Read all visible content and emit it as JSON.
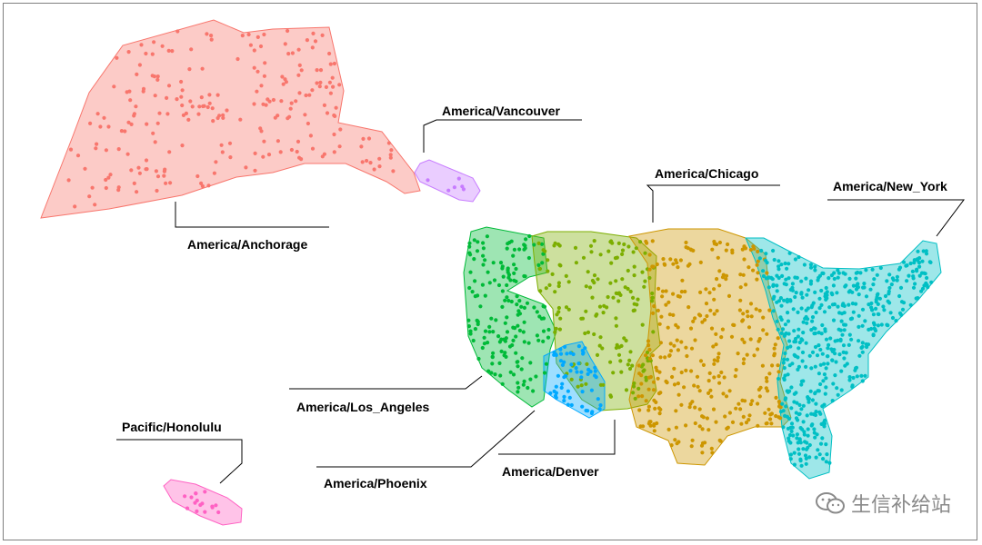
{
  "map": {
    "regions": [
      {
        "key": "anchorage",
        "label": "America/Anchorage",
        "fill": "#f8766d"
      },
      {
        "key": "vancouver",
        "label": "America/Vancouver",
        "fill": "#c77cff"
      },
      {
        "key": "los_angeles",
        "label": "America/Los_Angeles",
        "fill": "#00ba38"
      },
      {
        "key": "phoenix",
        "label": "America/Phoenix",
        "fill": "#00a9ff"
      },
      {
        "key": "denver",
        "label": "America/Denver",
        "fill": "#7cae00"
      },
      {
        "key": "chicago",
        "label": "America/Chicago",
        "fill": "#cd9600"
      },
      {
        "key": "new_york",
        "label": "America/New_York",
        "fill": "#00bfc4"
      },
      {
        "key": "honolulu",
        "label": "Pacific/Honolulu",
        "fill": "#ff61c3"
      }
    ]
  },
  "watermark": {
    "text": "生信补给站"
  }
}
